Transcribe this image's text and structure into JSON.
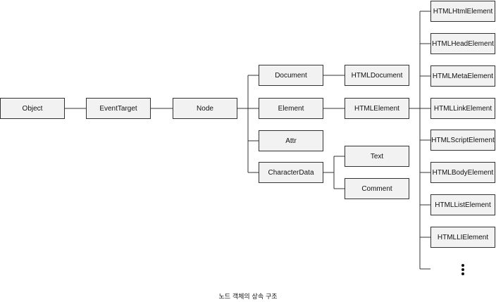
{
  "nodes": {
    "object": "Object",
    "event_target": "EventTarget",
    "node": "Node",
    "document": "Document",
    "element": "Element",
    "attr": "Attr",
    "character_data": "CharacterData",
    "html_document": "HTMLDocument",
    "html_element": "HTMLElement",
    "text": "Text",
    "comment": "Comment",
    "html_subclasses": [
      "HTMLHtmlElement",
      "HTMLHeadElement",
      "HTMLMetaElement",
      "HTMLLinkElement",
      "HTMLScriptElement",
      "HTMLBodyElement",
      "HTMLListElement",
      "HTMLLIElement"
    ]
  },
  "edges": [
    [
      "Object",
      "EventTarget"
    ],
    [
      "EventTarget",
      "Node"
    ],
    [
      "Node",
      "Document"
    ],
    [
      "Node",
      "Element"
    ],
    [
      "Node",
      "Attr"
    ],
    [
      "Node",
      "CharacterData"
    ],
    [
      "Document",
      "HTMLDocument"
    ],
    [
      "Element",
      "HTMLElement"
    ],
    [
      "CharacterData",
      "Text"
    ],
    [
      "CharacterData",
      "Comment"
    ],
    [
      "HTMLElement",
      "HTMLHtmlElement"
    ],
    [
      "HTMLElement",
      "HTMLHeadElement"
    ],
    [
      "HTMLElement",
      "HTMLMetaElement"
    ],
    [
      "HTMLElement",
      "HTMLLinkElement"
    ],
    [
      "HTMLElement",
      "HTMLScriptElement"
    ],
    [
      "HTMLElement",
      "HTMLBodyElement"
    ],
    [
      "HTMLElement",
      "HTMLListElement"
    ],
    [
      "HTMLElement",
      "HTMLLIElement"
    ]
  ],
  "caption": "노드 객체의 상속 구조"
}
